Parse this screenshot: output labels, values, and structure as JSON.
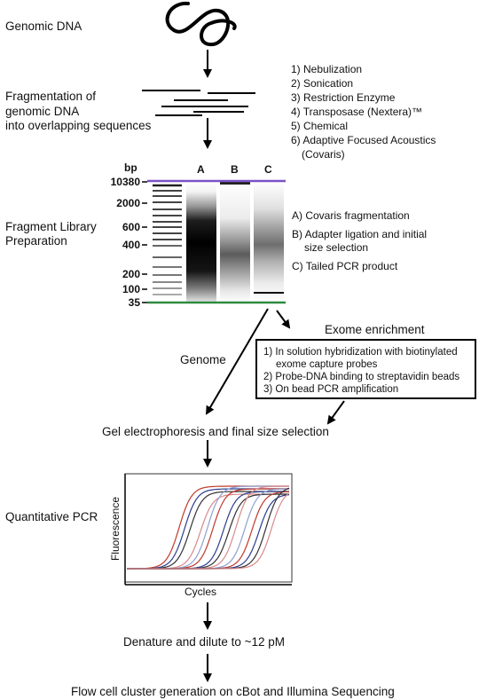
{
  "steps": {
    "genomic_dna": "Genomic DNA",
    "fragmentation": [
      "Fragmentation of",
      "genomic DNA",
      "into overlapping sequences"
    ],
    "library_prep": [
      "Fragment Library",
      "Preparation"
    ],
    "exome_enrichment": "Exome enrichment",
    "genome": "Genome",
    "gel": "Gel electrophoresis and final size selection",
    "qpcr": "Quantitative PCR",
    "denature": "Denature and dilute to ~12 pM",
    "flow_cell": "Flow cell cluster generation on cBot and Illumina Sequencing"
  },
  "fragmentation_methods": [
    "1) Nebulization",
    "2) Sonication",
    "3) Restriction Enzyme",
    "4) Transposase (Nextera)™",
    "5) Chemical",
    "6) Adaptive Focused Acoustics",
    "(Covaris)"
  ],
  "gel": {
    "unit_label": "bp",
    "lane_labels": [
      "A",
      "B",
      "C"
    ],
    "ladder_ticks": [
      "10380",
      "2000",
      "600",
      "400",
      "200",
      "100",
      "35"
    ],
    "upper_marker_color": "#7b52c8",
    "lower_marker_color": "#2e8b3e"
  },
  "lane_descriptions": [
    "A) Covaris fragmentation",
    "B) Adapter ligation and initial",
    "size selection",
    "C) Tailed PCR product"
  ],
  "exome_steps": [
    "1) In solution hybridization with biotinylated",
    "exome capture probes",
    "2) Probe-DNA binding to streptavidin beads",
    "3) On bead PCR amplification"
  ],
  "qpcr_plot": {
    "xlabel": "Cycles",
    "ylabel": "Fluorescence",
    "curve_colors": [
      "#c0392b",
      "#2c3e8f",
      "#333333",
      "#d98a8a",
      "#8fa0d0"
    ]
  }
}
